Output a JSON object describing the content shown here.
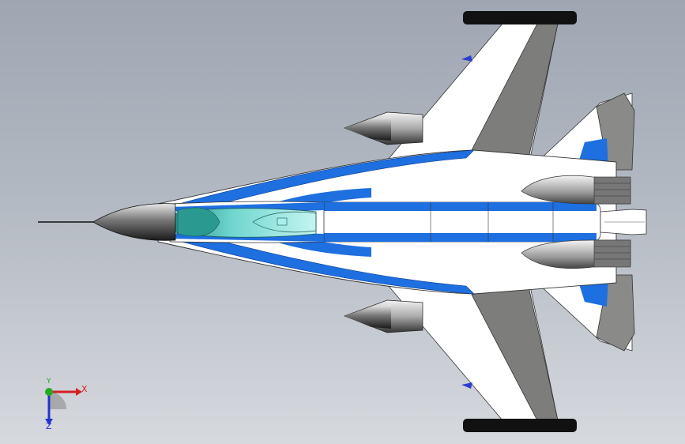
{
  "scene": {
    "model_name": "fighter-jet-top-view",
    "view": "top"
  },
  "triad": {
    "x_label": "X",
    "y_label": "Y",
    "z_label": "Z",
    "colors": {
      "x": "#d62020",
      "y": "#22aa22",
      "z": "#2233cc"
    }
  },
  "colors": {
    "background_top": "#9fa6b2",
    "background_bottom": "#d6d9de",
    "body": "#ffffff",
    "stripe": "#1e6fe0",
    "canopy": "#7fe0d8",
    "wing_shade": "#7a7a78",
    "nose": "#333333",
    "tire": "#111111"
  }
}
